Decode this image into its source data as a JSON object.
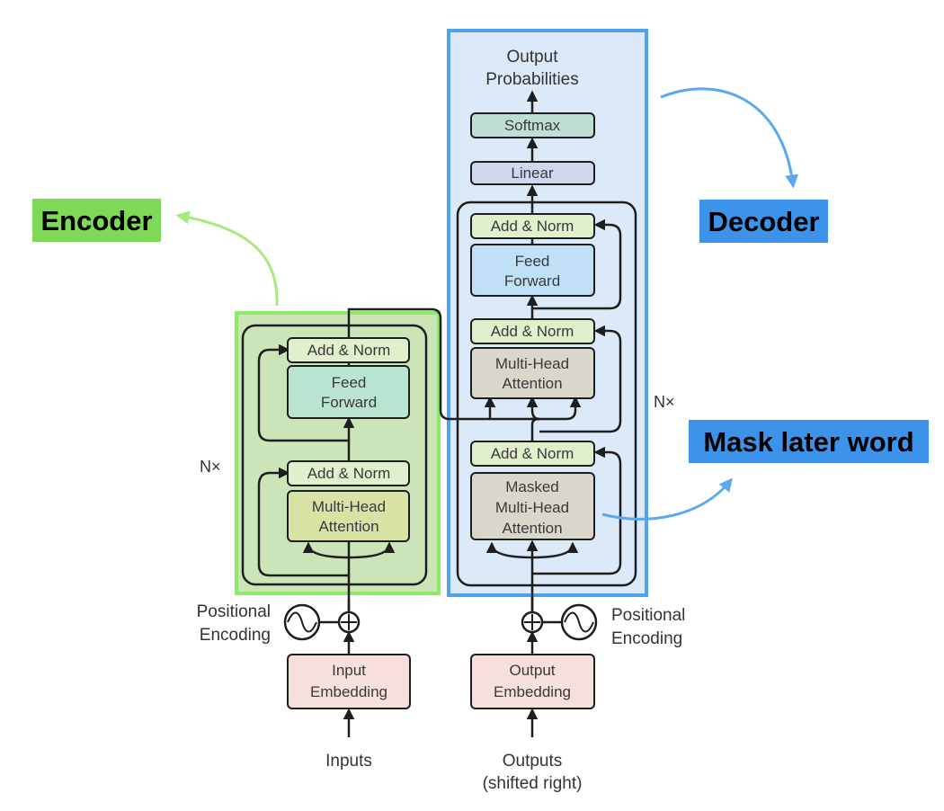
{
  "tags": {
    "encoder": "Encoder",
    "decoder": "Decoder",
    "mask": "Mask later word"
  },
  "encoder": {
    "add_norm_top": "Add & Norm",
    "feed_forward_1": "Feed",
    "feed_forward_2": "Forward",
    "add_norm_bottom": "Add & Norm",
    "mha_1": "Multi-Head",
    "mha_2": "Attention",
    "nx": "N×"
  },
  "decoder": {
    "output_prob_1": "Output",
    "output_prob_2": "Probabilities",
    "softmax": "Softmax",
    "linear": "Linear",
    "add_norm_top": "Add & Norm",
    "feed_forward_1": "Feed",
    "feed_forward_2": "Forward",
    "add_norm_mid": "Add & Norm",
    "mha_1": "Multi-Head",
    "mha_2": "Attention",
    "add_norm_bottom": "Add & Norm",
    "masked_1": "Masked",
    "masked_2": "Multi-Head",
    "masked_3": "Attention",
    "nx": "N×"
  },
  "inputs": {
    "pos_enc_left_1": "Positional",
    "pos_enc_left_2": "Encoding",
    "input_emb_1": "Input",
    "input_emb_2": "Embedding",
    "inputs": "Inputs"
  },
  "outputs": {
    "pos_enc_right_1": "Positional",
    "pos_enc_right_2": "Encoding",
    "output_emb_1": "Output",
    "output_emb_2": "Embedding",
    "outputs_1": "Outputs",
    "outputs_2": "(shifted right)"
  },
  "colors": {
    "encoder_tag": "#7ed957",
    "decoder_tag": "#3d93ea",
    "encoder_highlight": "#cce5b8",
    "encoder_border": "#8ee86a",
    "decoder_highlight": "#dbe9f8",
    "decoder_border": "#4ea1ec",
    "add_norm": "#e0f0cc",
    "feed_forward_enc": "#b9e4d2",
    "feed_forward_dec": "#bfe0f7",
    "mha_enc": "#d9e2a5",
    "mha_dec": "#d9d6cc",
    "softmax": "#bfdfd4",
    "linear": "#cfd6ee",
    "embedding": "#f7dfdb",
    "green_arrow": "#a4ea7c",
    "blue_arrow": "#5aa8ef"
  }
}
